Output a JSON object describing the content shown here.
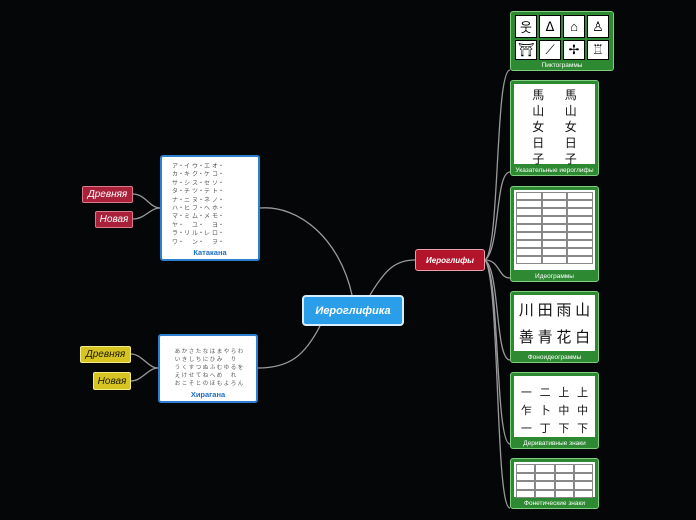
{
  "central": {
    "label": "Иероглифика"
  },
  "hieroglyphs": {
    "label": "Иероглифы"
  },
  "katakana": {
    "label": "Катакана",
    "tags": [
      "Древняя",
      "Новая"
    ],
    "chars": [
      "ア・イ",
      "ウ・エ",
      "オ・",
      "",
      "カ・キ",
      "ク・ケ",
      "コ・",
      "",
      "サ・シ",
      "ス・セ",
      "ソ・",
      "",
      "タ・チ",
      "ツ・テ",
      "ト・",
      "",
      "ナ・ニ",
      "ヌ・ネ",
      "ノ・",
      "",
      "ハ・ヒ",
      "フ・ヘ",
      "ホ・",
      "",
      "マ・ミ",
      "ム・メ",
      "モ・",
      "",
      "ヤ・",
      "ユ・",
      "ヨ・",
      "",
      "ラ・リ",
      "ル・レ",
      "ロ・",
      "",
      "ワ・",
      "ン・",
      "ヲ・",
      ""
    ]
  },
  "hiragana": {
    "label": "Хирагана",
    "tags": [
      "Древняя",
      "Новая"
    ],
    "chars": [
      "あ",
      "か",
      "さ",
      "た",
      "な",
      "は",
      "ま",
      "や",
      "ら",
      "わ",
      "い",
      "き",
      "し",
      "ち",
      "に",
      "ひ",
      "み",
      "",
      "り",
      "",
      "う",
      "く",
      "す",
      "つ",
      "ぬ",
      "ふ",
      "む",
      "ゆ",
      "る",
      "を",
      "え",
      "け",
      "せ",
      "て",
      "ね",
      "へ",
      "め",
      "",
      "れ",
      "",
      "お",
      "こ",
      "そ",
      "と",
      "の",
      "ほ",
      "も",
      "よ",
      "ろ",
      "ん"
    ]
  },
  "categories": [
    {
      "label": "Пиктограммы",
      "icons": [
        "person-icon",
        "figure-icon",
        "house-icon",
        "group-icon",
        "gate-icon",
        "road-icon",
        "tree-icon",
        "castle-icon"
      ]
    },
    {
      "label": "Указательные иероглифы",
      "glyphs": [
        "馬",
        "馬",
        "山",
        "山",
        "女",
        "女",
        "日",
        "日",
        "子",
        "子"
      ]
    },
    {
      "label": "Идеограммы"
    },
    {
      "label": "Фоноидеограммы",
      "glyphs": [
        "川",
        "田",
        "雨",
        "山",
        "善",
        "青",
        "花",
        "白"
      ]
    },
    {
      "label": "Деривативные знаки",
      "glyphs": [
        "一",
        "二",
        "上",
        "上",
        "乍",
        "卜",
        "中",
        "中",
        "一",
        "丁",
        "下",
        "下"
      ]
    },
    {
      "label": "Фонетические знаки"
    }
  ],
  "colors": {
    "central": "#2a9ee8",
    "hieroglyphs": "#b2142c",
    "red_tag": "#a8203a",
    "yellow_tag": "#d8c420",
    "green_card": "#2d8a32",
    "card_border": "#2f7fd0",
    "link": "#a8a8a8"
  }
}
